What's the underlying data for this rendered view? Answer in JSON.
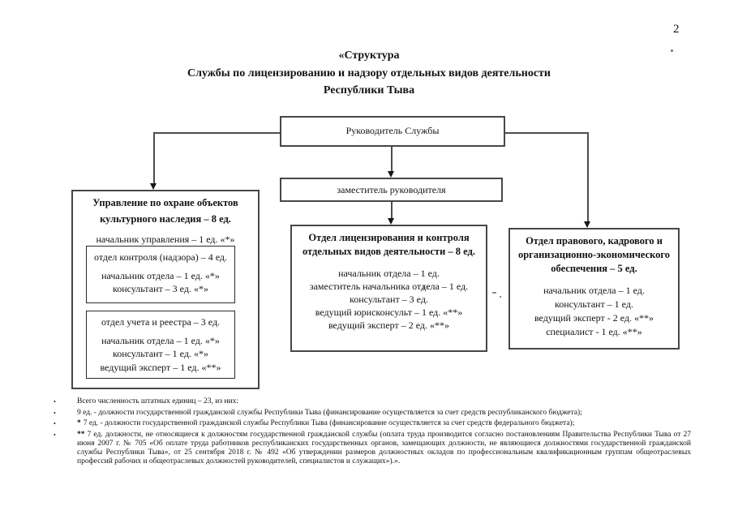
{
  "page": {
    "number": "2"
  },
  "title": {
    "line1": "«Структура",
    "line2": "Службы по лицензированию и надзору отдельных видов деятельности",
    "line3": "Республики Тыва"
  },
  "org": {
    "head": "Руководитель Службы",
    "deputy": "заместитель руководителя",
    "left": {
      "title": "Управление по охране объектов культурного наследия – 8 ед.",
      "unit": "начальник управления – 1 ед. «*»",
      "sub1": {
        "title": "отдел контроля (надзора) – 4 ед.",
        "lines": [
          "начальник отдела – 1 ед. «*»",
          "консультант – 3 ед. «*»"
        ]
      },
      "sub2": {
        "title": "отдел учета и реестра – 3 ед.",
        "lines": [
          "начальник отдела – 1 ед. «*»",
          "консультант – 1 ед. «*»",
          "ведущий эксперт – 1 ед. «**»"
        ]
      }
    },
    "middle": {
      "title": "Отдел лицензирования и контроля отдельных видов деятельности – 8 ед.",
      "lines": [
        "начальник отдела – 1 ед.",
        "заместитель начальника отдела – 1 ед.",
        "консультант – 3 ед.",
        "ведущий юрисконсульт – 1 ед. «**»",
        "ведущий эксперт – 2 ед. «**»"
      ]
    },
    "right": {
      "title": "Отдел правового, кадрового и организационно-экономического обеспечения – 5 ед.",
      "lines": [
        "начальник отдела – 1 ед.",
        "консультант – 1 ед.",
        "ведущий эксперт - 2 ед. «**»",
        "специалист - 1 ед. «**»"
      ]
    }
  },
  "footnotes": {
    "bullet": "•",
    "items": [
      {
        "prefix": "",
        "text": "Всего численность штатных единиц – 23, из них:"
      },
      {
        "prefix": "",
        "text": "9 ед. - должности государственной гражданской службы Республики Тыва (финансирование осуществляется за счет средств республиканского бюджета);"
      },
      {
        "prefix": "*",
        "text": "7 ед. - должности государственной гражданской службы Республики Тыва (финансирование осуществляется за счет средств федерального бюджета);"
      },
      {
        "prefix": "**",
        "text": "7 ед. должности, не относящиеся к должностям государственной гражданской службы (оплата труда производится согласно постановлениям Правительства Республики Тыва от 27 июня 2007 г. № 705 «Об оплате труда работников республиканских государственных органов, замещающих должности, не являющиеся должностями государственной гражданской службы Республики Тыва», от 25 сентября 2018 г. № 492 «Об утверждении размеров должностных окладов по профессиональным квалификационным группам общеотраслевых профессий рабочих и общеотраслевых должностей руководителей, специалистов и служащих»).»."
      }
    ]
  }
}
